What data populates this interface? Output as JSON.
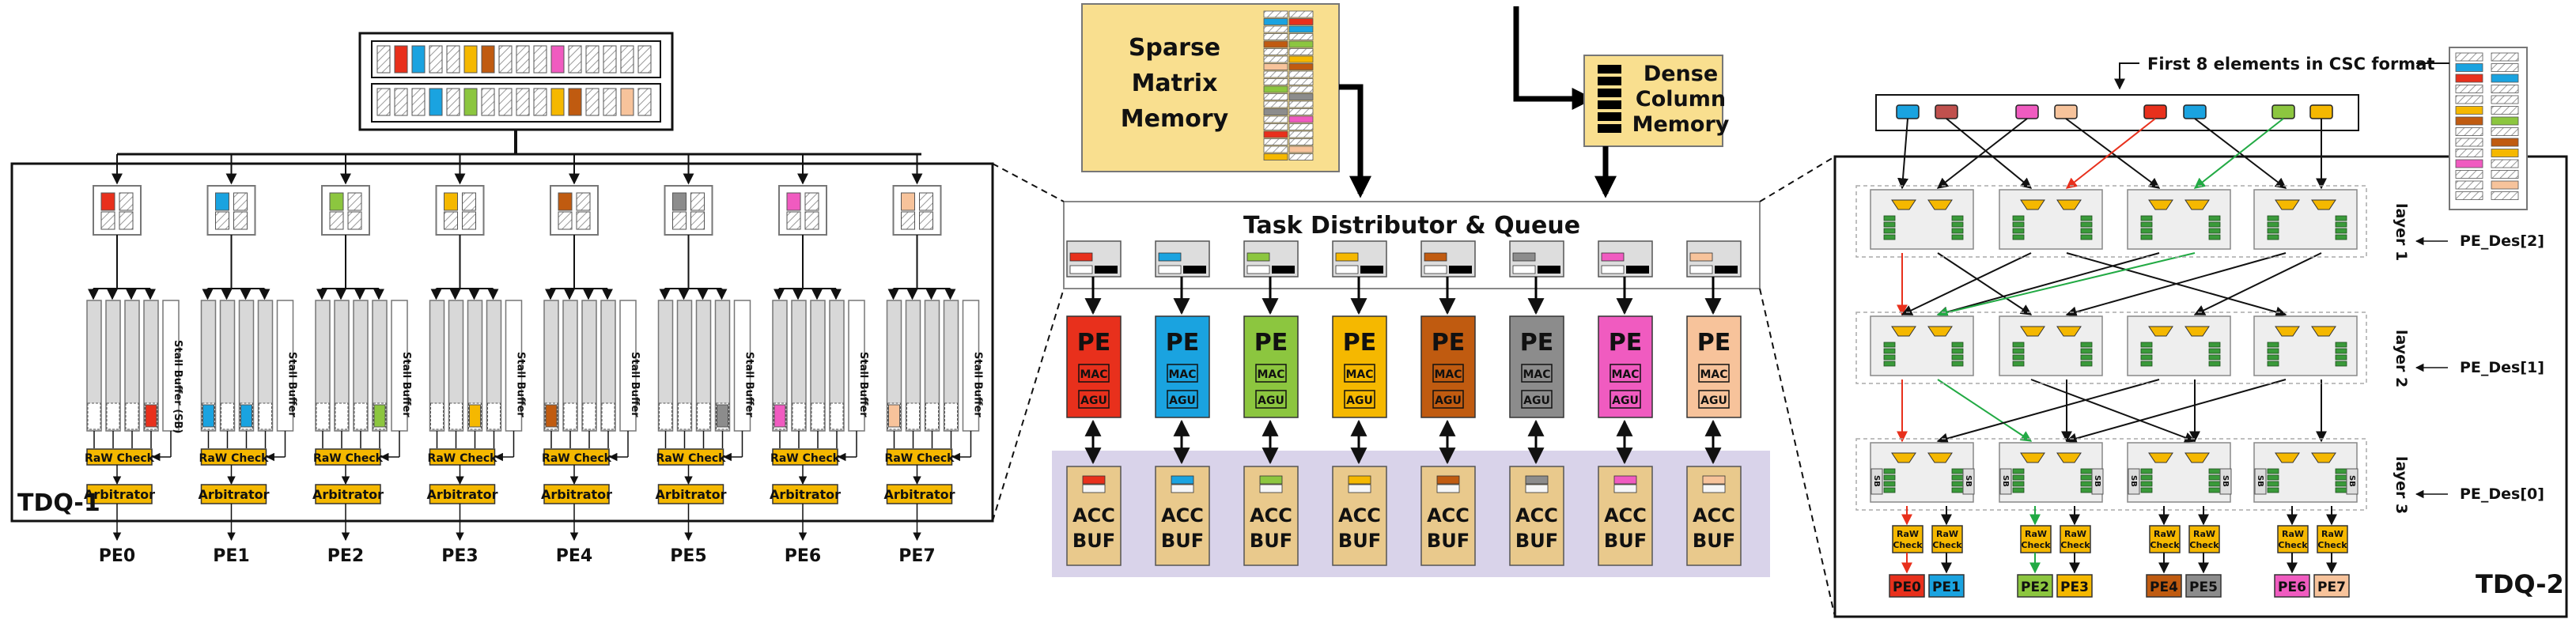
{
  "colors": [
    "#e8301c",
    "#1aa3e0",
    "#8cc63f",
    "#f5b800",
    "#c05b10",
    "#8c8c8c",
    "#f05bc0",
    "#f7c39b"
  ],
  "memory": {
    "sparse_line1": "Sparse",
    "sparse_line2": "Matrix",
    "sparse_line3": "Memory",
    "dense_line1": "Dense",
    "dense_line2": "Column",
    "dense_line3": "Memory"
  },
  "task_distributor": {
    "title": "Task Distributor & Queue"
  },
  "pe_block": {
    "pe_label": "PE",
    "mac_label": "MAC",
    "agu_label": "AGU",
    "acc_line1": "ACC",
    "acc_line2": "BUF"
  },
  "tdq1": {
    "label": "TDQ-1",
    "stall_buffer_label": "Stall Buffer",
    "stall_buffer_first_label": "Stall Buffer (SB)",
    "raw_check_label": "RaW Check",
    "arbitrator_label": "Arbitrator"
  },
  "tdq2": {
    "label": "TDQ-2",
    "csc_note": "First 8 elements in CSC format",
    "layers": [
      "layer 1",
      "layer 2",
      "layer 3"
    ],
    "pe_des": [
      "PE_Des[2]",
      "PE_Des[1]",
      "PE_Des[0]"
    ],
    "sb_label": "SB",
    "raw_line1": "RaW",
    "raw_line2": "Check"
  },
  "pe_names": [
    "PE0",
    "PE1",
    "PE2",
    "PE3",
    "PE4",
    "PE5",
    "PE6",
    "PE7"
  ]
}
